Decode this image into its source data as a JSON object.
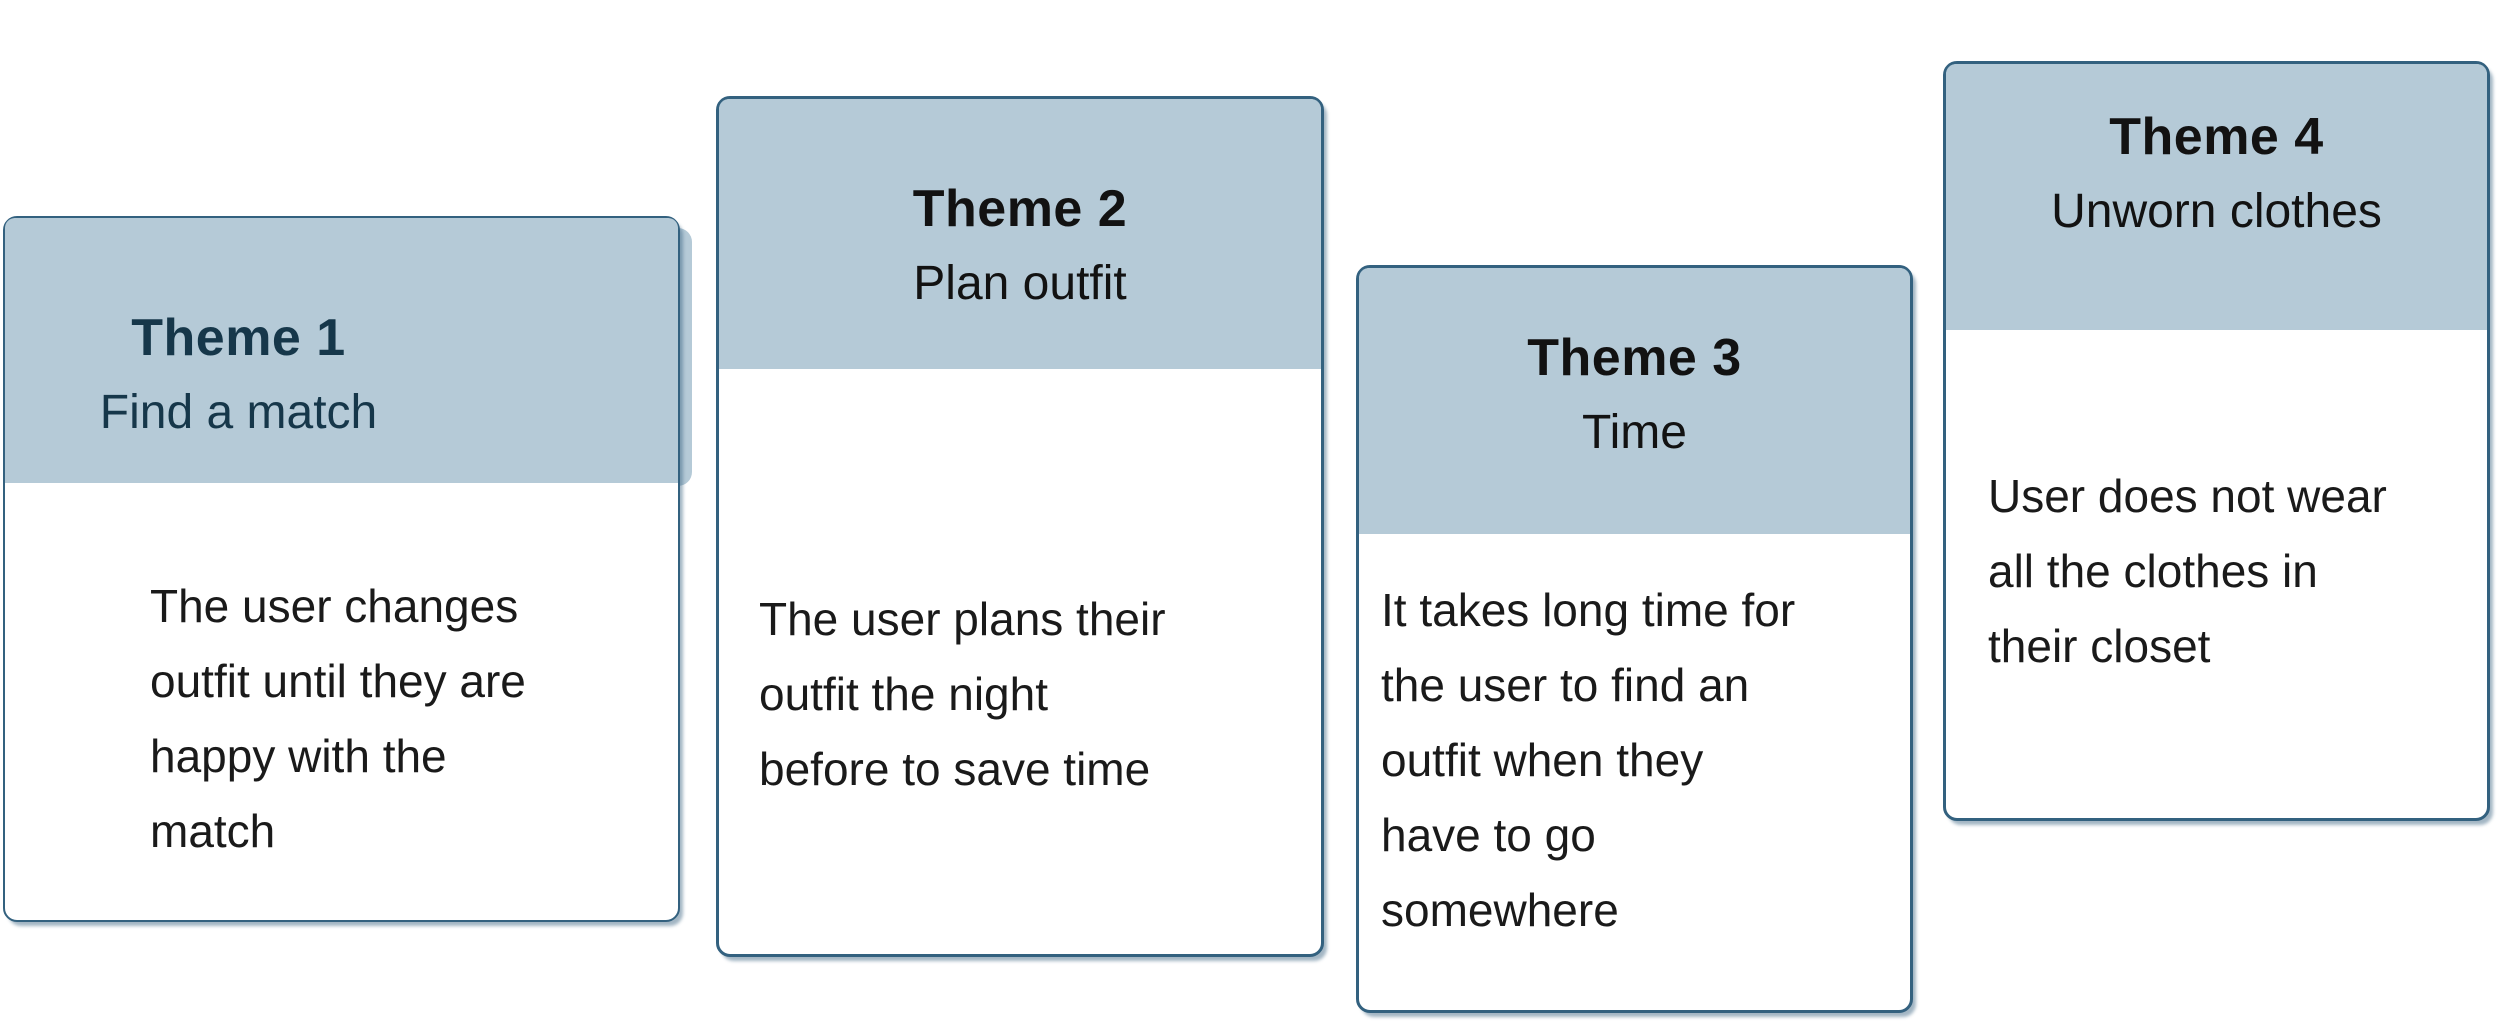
{
  "colors": {
    "background": "#ffffff",
    "header_fill": "#b5cad7",
    "card_background": "#ffffff",
    "card_border": "#33617f",
    "card1_header_text": "#16374a",
    "header_text": "#121212",
    "body_text": "#1a1a1a",
    "shadow": "rgba(52,94,124,0.45)"
  },
  "cards": [
    {
      "title": "Theme 1",
      "subtitle": "Find a match",
      "body_lines": [
        "The user changes",
        "outfit until they are",
        "happy with the",
        "match"
      ]
    },
    {
      "title": "Theme 2",
      "subtitle": "Plan outfit",
      "body_lines": [
        "The user plans their",
        "outfit the night",
        "before to save time"
      ]
    },
    {
      "title": "Theme 3",
      "subtitle": "Time",
      "body_lines": [
        "It takes long time for",
        "the user to find an",
        "outfit when they",
        "have to go",
        "somewhere"
      ]
    },
    {
      "title": "Theme 4",
      "subtitle": "Unworn clothes",
      "body_lines": [
        "User does not wear",
        "all the clothes in",
        "their closet"
      ]
    }
  ]
}
